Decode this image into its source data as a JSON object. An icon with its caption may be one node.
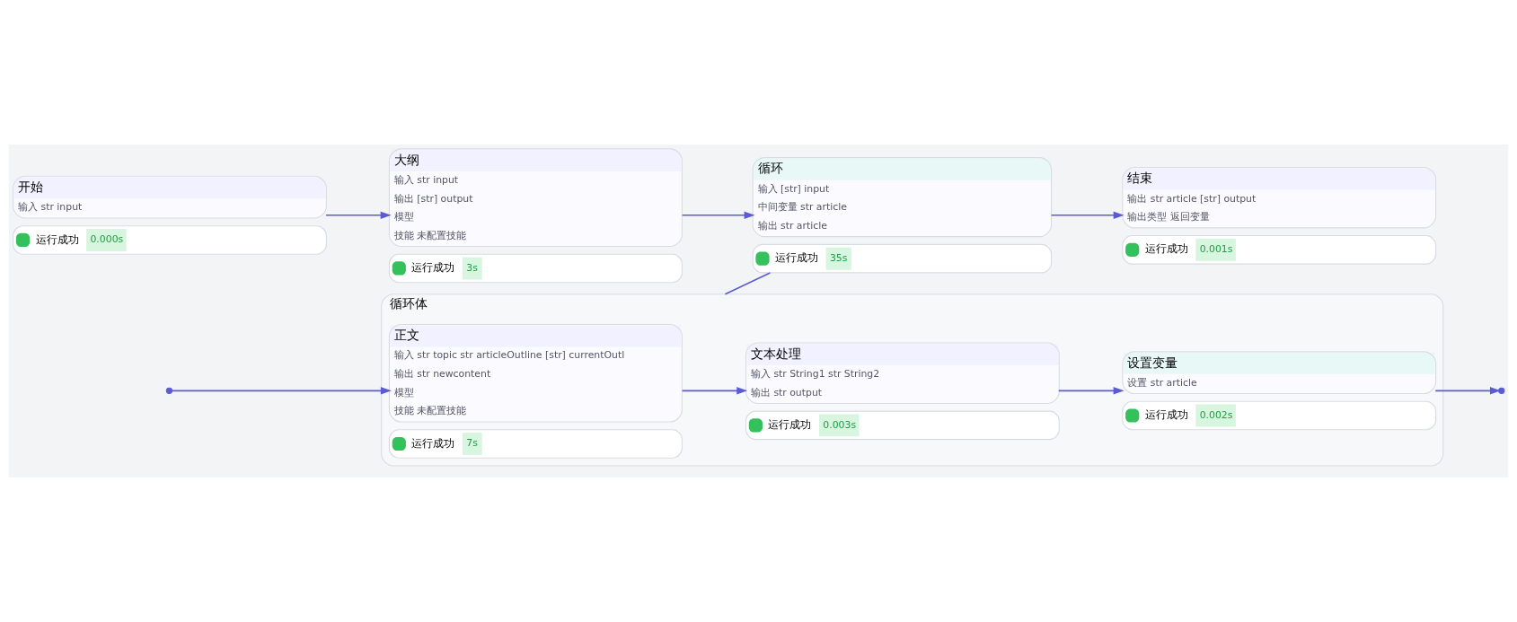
{
  "diagram": {
    "nodes": [
      {
        "text": [
          "开始",
          "输入 str input"
        ],
        "beside": [
          "运行成功",
          "0.000s"
        ]
      },
      {
        "text": [
          "大纲",
          "输入 str input",
          "输出 [str] output",
          "模型",
          "技能 未配置技能"
        ],
        "beside": [
          "运行成功",
          "3s"
        ]
      },
      {
        "text": [
          "循环",
          "输入 [str] input",
          "中间变量 str article",
          "输出 str article"
        ],
        "beside": [
          "运行成功",
          "35s"
        ]
      },
      {
        "text": [
          "结束",
          "输出 str article [str] output",
          "输出类型 返回变量"
        ],
        "beside": [
          "运行成功",
          "0.001s"
        ]
      },
      {
        "text": [
          "循环体"
        ]
      },
      {
        "text": [
          "正文",
          "输入 str topic str articleOutline [str] currentOutl",
          "输出 str newcontent",
          "模型",
          "技能 未配置技能"
        ],
        "beside": [
          "运行成功",
          "7s"
        ],
        "in": 4
      },
      {
        "text": [
          "文本处理",
          "输入 str String1 str String2",
          "输出 str output"
        ],
        "beside": [
          "运行成功",
          "0.003s"
        ],
        "in": 4
      },
      {
        "text": [
          "设置变量",
          "设置 str article"
        ],
        "beside": [
          "运行成功",
          "0.002s"
        ],
        "in": 4
      }
    ],
    "edges": [
      {
        "from": 0,
        "to": 1,
        "arrow": "to"
      },
      {
        "from": 1,
        "to": 2,
        "arrow": "to"
      },
      {
        "from": 2,
        "to": 3,
        "arrow": "to"
      },
      {
        "from": 2,
        "to": 4,
        "arrow": "none"
      },
      {
        "from": null,
        "to": 5,
        "arrow": "to"
      },
      {
        "from": 5,
        "to": 6,
        "arrow": "to"
      },
      {
        "from": 6,
        "to": 7,
        "arrow": "to"
      },
      {
        "from": 7,
        "to": null,
        "arrow": "to"
      }
    ]
  }
}
